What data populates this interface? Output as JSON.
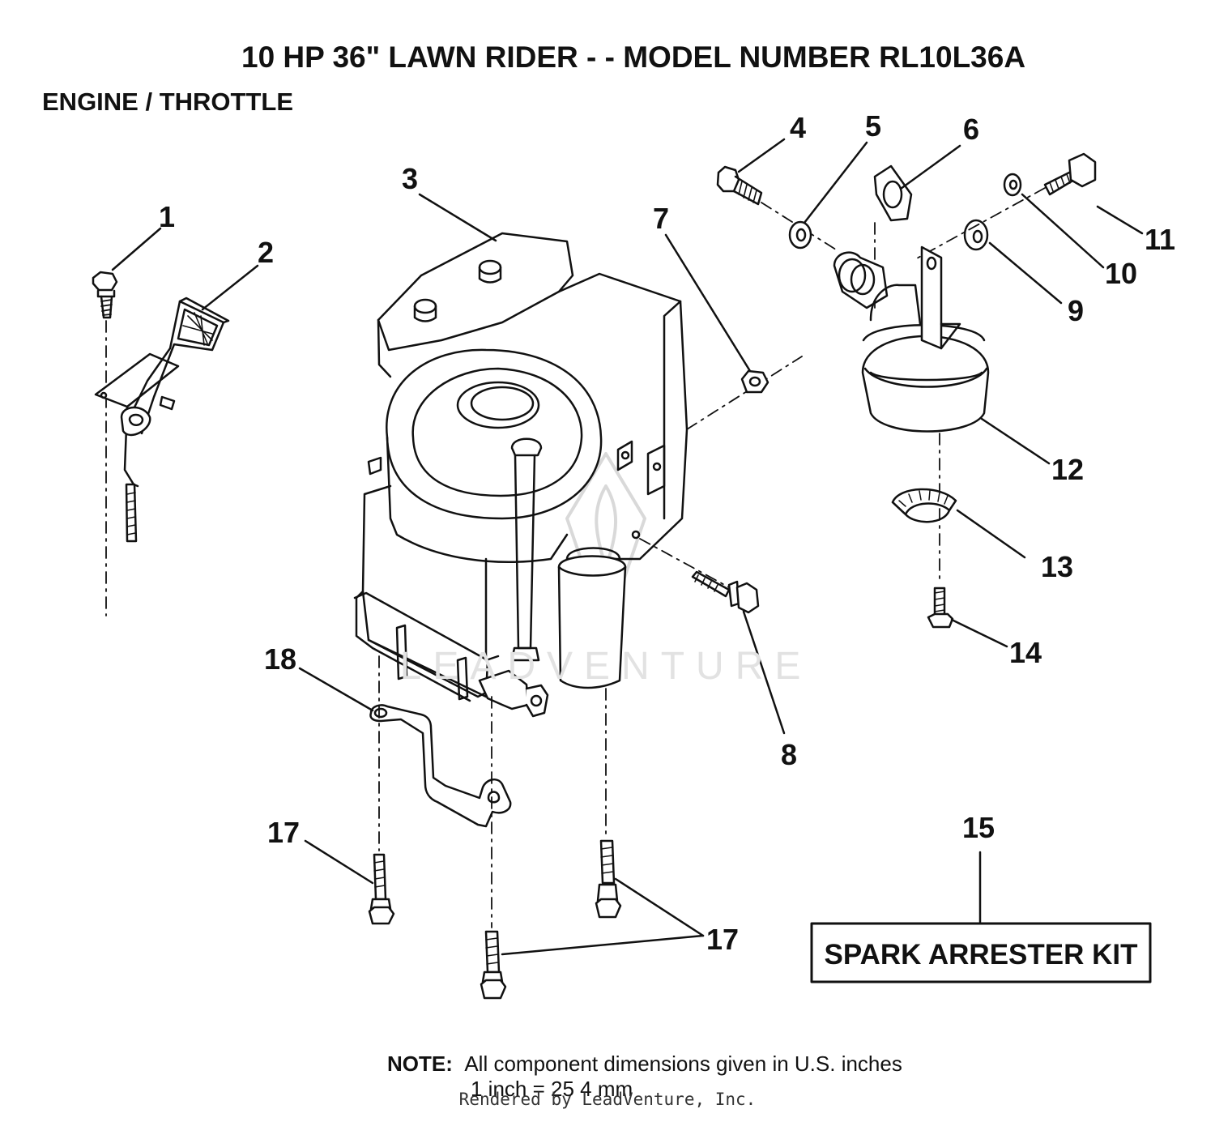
{
  "header": {
    "title": "10 HP 36\" LAWN RIDER - - MODEL NUMBER RL10L36A",
    "section": "ENGINE / THROTTLE"
  },
  "callouts": {
    "c1": "1",
    "c2": "2",
    "c3": "3",
    "c4": "4",
    "c5": "5",
    "c6": "6",
    "c7": "7",
    "c8": "8",
    "c9": "9",
    "c10": "10",
    "c11": "11",
    "c12": "12",
    "c13": "13",
    "c14": "14",
    "c15": "15",
    "c17a": "17",
    "c17b": "17",
    "c18": "18"
  },
  "kit_box_label": "SPARK ARRESTER KIT",
  "watermark": "LEADVENTURE",
  "note": {
    "label": "NOTE:",
    "line1": "All component dimensions given in U.S. inches",
    "line2": "1 inch = 25 4 mm"
  },
  "footer": "Rendered by LeadVenture, Inc."
}
